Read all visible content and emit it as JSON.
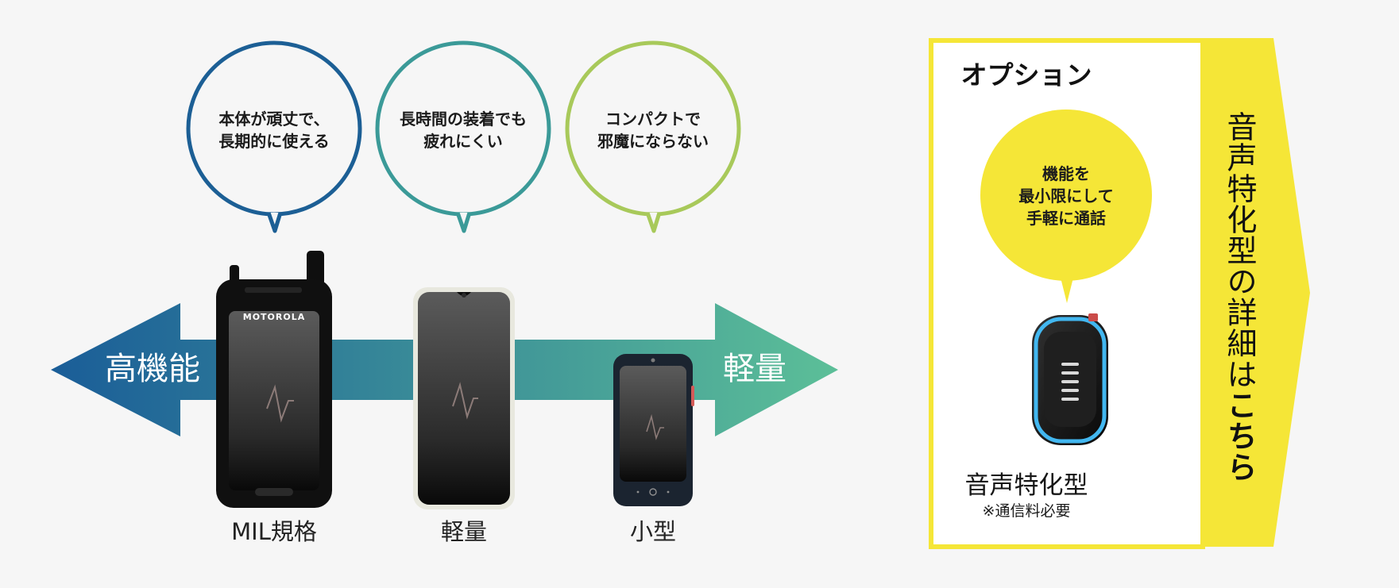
{
  "colors": {
    "background": "#f6f6f6",
    "bubble_blue": "#1c5f95",
    "bubble_teal": "#3b9a98",
    "bubble_green": "#a8c95a",
    "arrow_left": "#1a5d98",
    "arrow_right": "#5cbf98",
    "yellow": "#f5e637",
    "device_dark": "#101010"
  },
  "bubbles": [
    {
      "text": "本体が頑丈で、\n長期的に使える",
      "icon": "speech-bubble-icon"
    },
    {
      "text": "長時間の装着でも\n疲れにくい",
      "icon": "speech-bubble-icon"
    },
    {
      "text": "コンパクトで\n邪魔にならない",
      "icon": "speech-bubble-icon"
    }
  ],
  "arrow": {
    "left_label": "高機能",
    "right_label": "軽量"
  },
  "devices": [
    {
      "label": "MIL規格",
      "brand": "MOTOROLA",
      "icon": "rugged-phone-icon"
    },
    {
      "label": "軽量",
      "icon": "smartphone-icon"
    },
    {
      "label": "小型",
      "icon": "mini-phone-icon"
    }
  ],
  "option": {
    "title": "オプション",
    "bubble_text": "機能を\n最小限にして\n手軽に通話",
    "device_name": "音声特化型",
    "note": "※通信料必要",
    "icon": "voice-device-icon"
  },
  "cta": {
    "prefix": "音声特化型の詳細は",
    "strong": "こちら",
    "icon": "chevron-right-icon"
  }
}
